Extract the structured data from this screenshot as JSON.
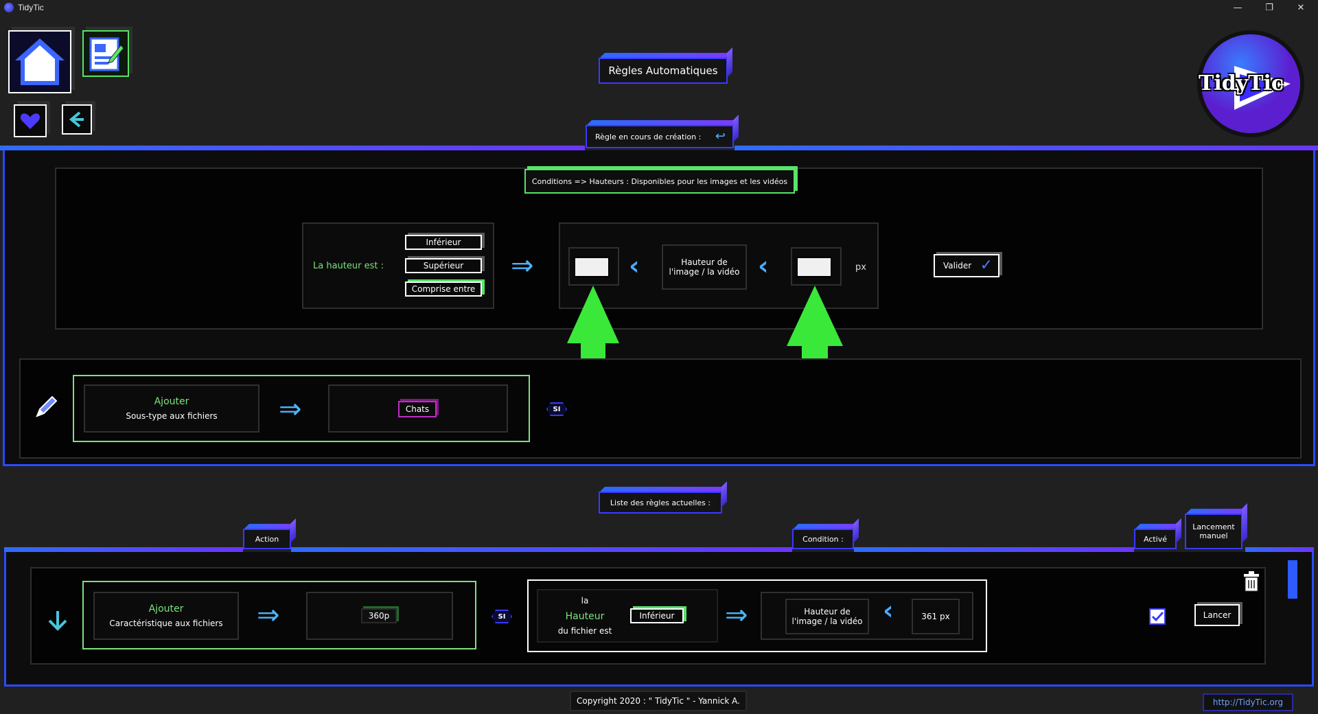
{
  "window": {
    "title": "TidyTic",
    "min_glyph": "—",
    "restore_glyph": "❐",
    "close_glyph": "✕"
  },
  "header": {
    "title": "Règles Automatiques",
    "logo_text": "TidyTic"
  },
  "creation": {
    "section_label": "Règle en cours de création :",
    "conditions_title": "Conditions => Hauteurs : Disponibles pour les images et les vidéos",
    "height_label": "La hauteur est :",
    "options": [
      "Inférieur",
      "Supérieur",
      "Comprise entre"
    ],
    "selected_option": "Comprise entre",
    "middle_label_line1": "Hauteur de",
    "middle_label_line2": "l'image / la vidéo",
    "min_value": "",
    "max_value": "",
    "unit": "px",
    "validate_label": "Valider",
    "action_title": "Ajouter",
    "action_subtitle": "Sous-type aux fichiers",
    "action_value": "Chats",
    "si_badge": "SI"
  },
  "rules_list": {
    "section_label": "Liste des règles actuelles :",
    "col_action": "Action",
    "col_condition": "Condition :",
    "col_active": "Activé",
    "col_manual_line1": "Lancement",
    "col_manual_line2": "manuel",
    "rows": [
      {
        "action_title": "Ajouter",
        "action_subtitle": "Caractéristique aux fichiers",
        "action_value": "360p",
        "si_badge": "SI",
        "cond_line1": "la",
        "cond_line2": "Hauteur",
        "cond_line3": "du fichier est",
        "cond_operator": "Inférieur",
        "cond_target_line1": "Hauteur de",
        "cond_target_line2": "l'image / la vidéo",
        "cond_value": "361 px",
        "active": true,
        "launch_label": "Lancer"
      }
    ]
  },
  "footer": {
    "copyright": "Copyright 2020 : \" TidyTic \" - Yannick A.",
    "link": "http://TidyTic.org"
  },
  "colors": {
    "accent_blue": "#2f6bff",
    "accent_purple": "#6a35ff",
    "green": "#58e36a",
    "magenta": "#c02cc8"
  }
}
